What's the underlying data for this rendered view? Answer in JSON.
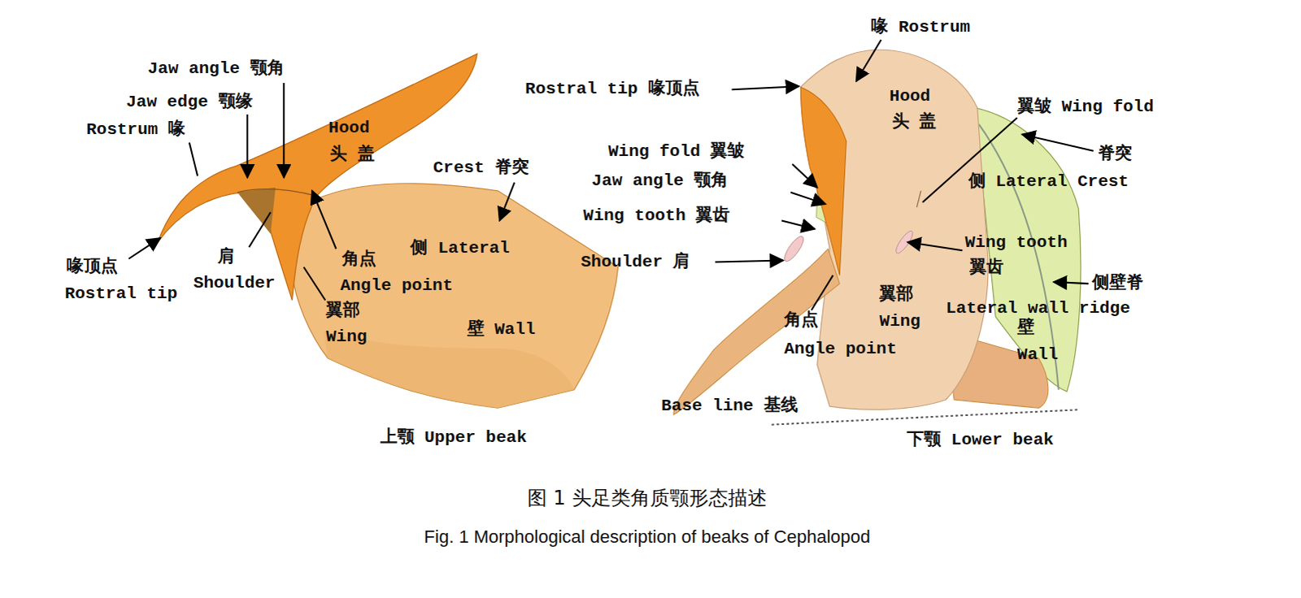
{
  "diagram": {
    "caption": "图 1 头足类角质颚形态描述",
    "labels": [
      "Jaw angle 颚角",
      "Jaw edge 颚缘",
      "Rostrum 喙",
      "Hood",
      "头 盖",
      "Crest 脊突",
      "侧 Lateral",
      "壁 Wall",
      "喙顶点",
      "Rostral tip",
      "肩",
      "Shoulder",
      "角点",
      "Angle point",
      "翼部",
      "Wing",
      "上颚 Upper beak",
      "喙 Rostrum",
      "Rostral tip 喙顶点",
      "Hood",
      "头 盖",
      "翼皱 Wing fold",
      "脊突",
      "Wing fold 翼皱",
      "侧 Lateral Crest",
      "Jaw angle 颚角",
      "Wing tooth 翼齿",
      "Wing tooth",
      "翼齿",
      "Shoulder 肩",
      "侧壁脊",
      "翼部",
      "Lateral wall ridge",
      "角点",
      "Wing",
      "壁",
      "Angle point",
      "Wall",
      "Base line 基线",
      "下颚 Lower beak",
      "Fig. 1 Morphological description of beaks of Cephalopod"
    ]
  }
}
